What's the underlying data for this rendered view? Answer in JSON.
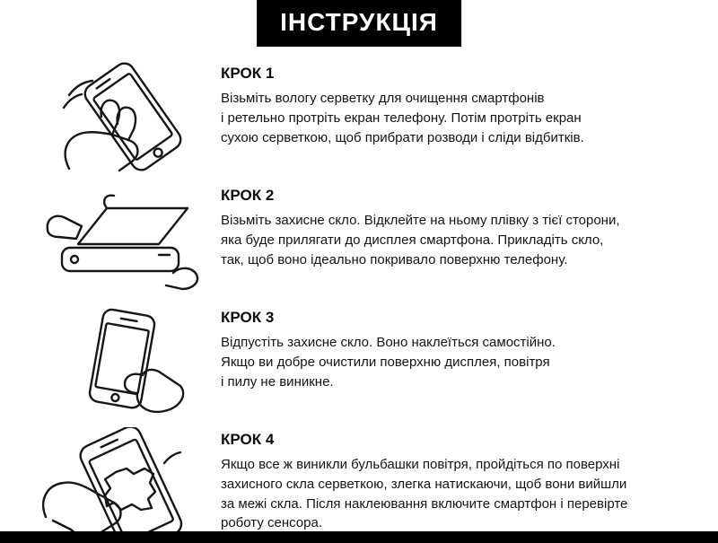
{
  "header": {
    "title": "ІНСТРУКЦІЯ"
  },
  "steps": [
    {
      "label": "КРОК 1",
      "text": "Візьміть вологу серветку для очищення смартфонів\nі ретельно протріть екран телефону. Потім протріть екран\nсухою серветкою, щоб прибрати розводи і сліди відбитків.",
      "illustration": "hands-wiping-smartphone-screen"
    },
    {
      "label": "КРОК 2",
      "text": "Візьміть захисне скло. Відклейте на ньому плівку з тієї сторони,\nяка буде прилягати до дисплея смартфона. Прикладіть скло,\nтак, щоб воно ідеально покривало поверхню телефону.",
      "illustration": "peeling-protective-film-from-glass"
    },
    {
      "label": "КРОК 3",
      "text": "Відпустіть захисне скло. Воно наклеїться самостійно.\nЯкщо ви добре очистили поверхню дисплея, повітря\nі пилу не виникне.",
      "illustration": "hand-releasing-glass-onto-phone"
    },
    {
      "label": "КРОК 4",
      "text": "Якщо все ж виникли бульбашки повітря, пройдіться по поверхні\nзахисного скла серветкою, злегка натискаючи, щоб вони вийшли\nза межі скла. Після наклеювання включите смартфон і перевірте\nроботу сенсора.",
      "illustration": "smoothing-bubbles-with-cloth"
    }
  ],
  "colors": {
    "accent": "#000000",
    "text": "#141414",
    "background": "#ffffff"
  }
}
